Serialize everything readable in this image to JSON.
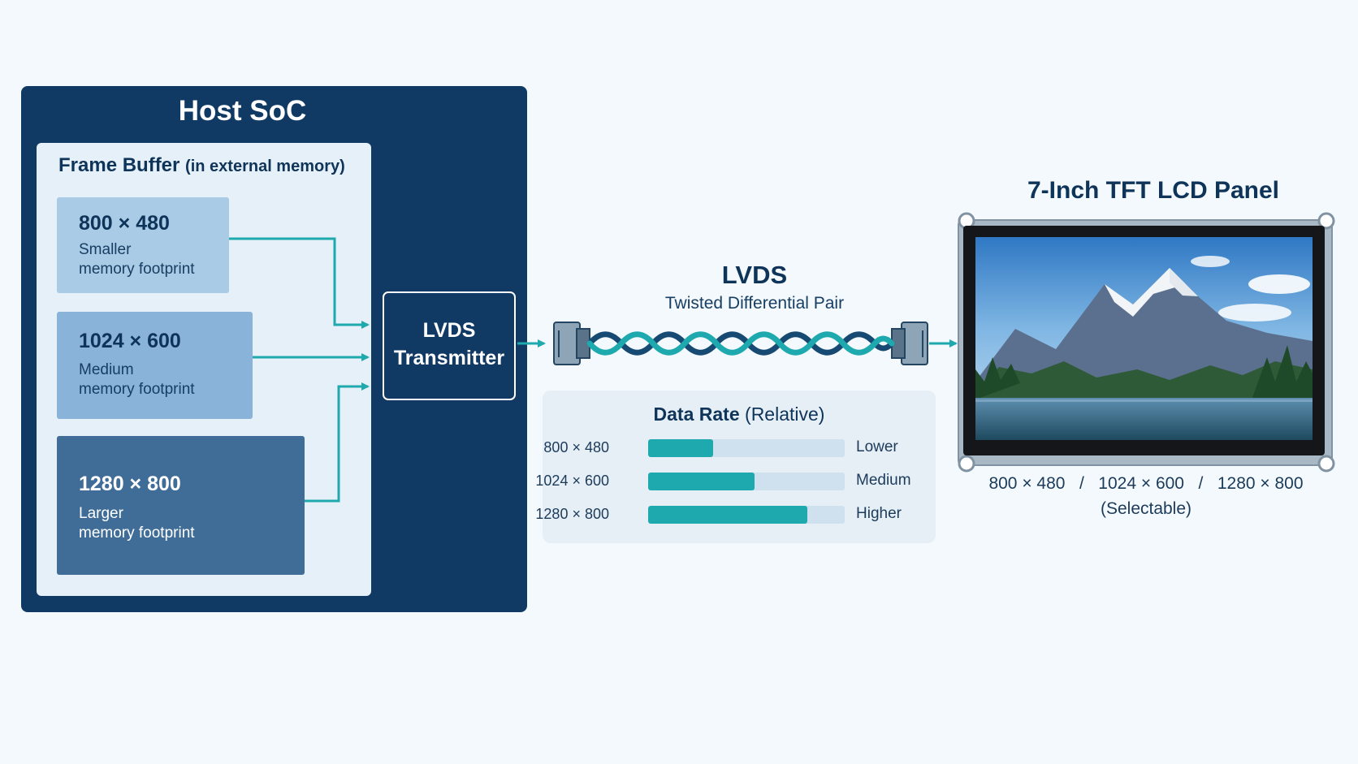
{
  "host_soc": {
    "title": "Host SoC",
    "frame_buffer": {
      "title": "Frame Buffer",
      "subtitle": "(in external memory)",
      "modes": [
        {
          "resolution": "800 × 480",
          "line1": "Smaller",
          "line2": "memory footprint"
        },
        {
          "resolution": "1024 × 600",
          "line1": "Medium",
          "line2": "memory footprint"
        },
        {
          "resolution": "1280 × 800",
          "line1": "Larger",
          "line2": "memory footprint"
        }
      ]
    },
    "transmitter_label": "LVDS\nTransmitter"
  },
  "link": {
    "title": "LVDS",
    "subtitle": "Twisted Differential Pair"
  },
  "data_rate": {
    "title_bold": "Data Rate",
    "title_rest": " (Relative)",
    "rows": [
      {
        "resolution": "800 × 480",
        "level": "Lower",
        "relative_fill": 0.33
      },
      {
        "resolution": "1024 × 600",
        "level": "Medium",
        "relative_fill": 0.54
      },
      {
        "resolution": "1280 × 800",
        "level": "Higher",
        "relative_fill": 0.81
      }
    ]
  },
  "display": {
    "title": "7-Inch TFT LCD Panel",
    "resolutions": "800 × 480   /   1024 × 600   /   1280 × 800",
    "note": "(Selectable)",
    "screen_image": "mountain-lake-landscape"
  },
  "colors": {
    "navy": "#103a64",
    "teal": "#1da9ad",
    "dark_blue_strand": "#174a73",
    "background": "#f3f9fc"
  }
}
